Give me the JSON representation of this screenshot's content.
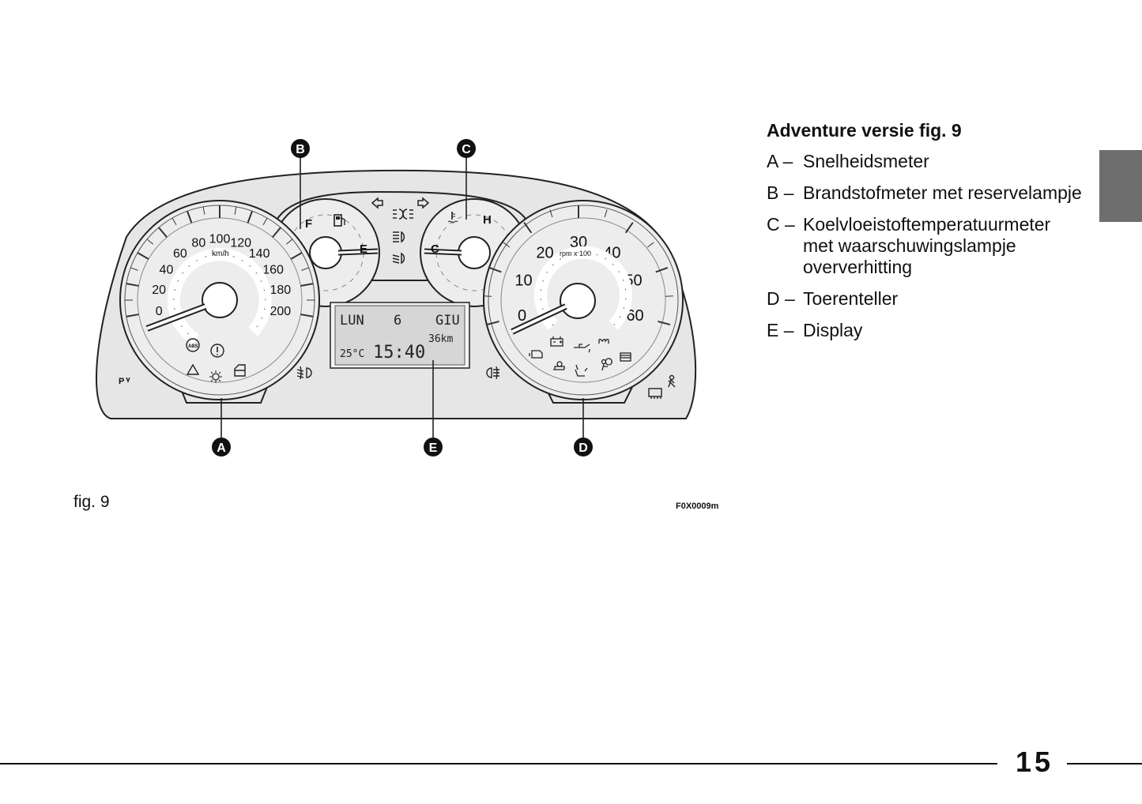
{
  "figure": {
    "callouts": {
      "a": "A",
      "b": "B",
      "c": "C",
      "d": "D",
      "e": "E"
    },
    "speedometer": {
      "ticks": [
        "0",
        "20",
        "40",
        "60",
        "80",
        "100",
        "120",
        "140",
        "160",
        "180",
        "200"
      ],
      "unit": "km/h"
    },
    "fuel_gauge": {
      "full": "F",
      "empty": "E"
    },
    "temp_gauge": {
      "cold": "C",
      "hot": "H"
    },
    "tachometer": {
      "ticks": [
        "0",
        "10",
        "20",
        "30",
        "40",
        "50",
        "60"
      ],
      "unit": "rpm x 100"
    },
    "display": {
      "day": "LUN",
      "date": "6",
      "month": "GIU",
      "trip": "36km",
      "temp": "25°C",
      "time": "15:40"
    },
    "panel_text": {
      "park_label": "P"
    },
    "caption": "fig. 9",
    "code": "F0X0009m"
  },
  "legend": {
    "title": "Adventure versie fig. 9",
    "items": [
      {
        "key": "A –",
        "text": "Snelheidsmeter"
      },
      {
        "key": "B –",
        "text": "Brandstofmeter met reservelampje"
      },
      {
        "key": "C –",
        "text": "Koelvloeistoftemperatuurmeter met waarschuwingslampje oververhitting"
      },
      {
        "key": "D –",
        "text": "Toerenteller"
      },
      {
        "key": "E –",
        "text": "Display"
      }
    ]
  },
  "page_number": "15"
}
